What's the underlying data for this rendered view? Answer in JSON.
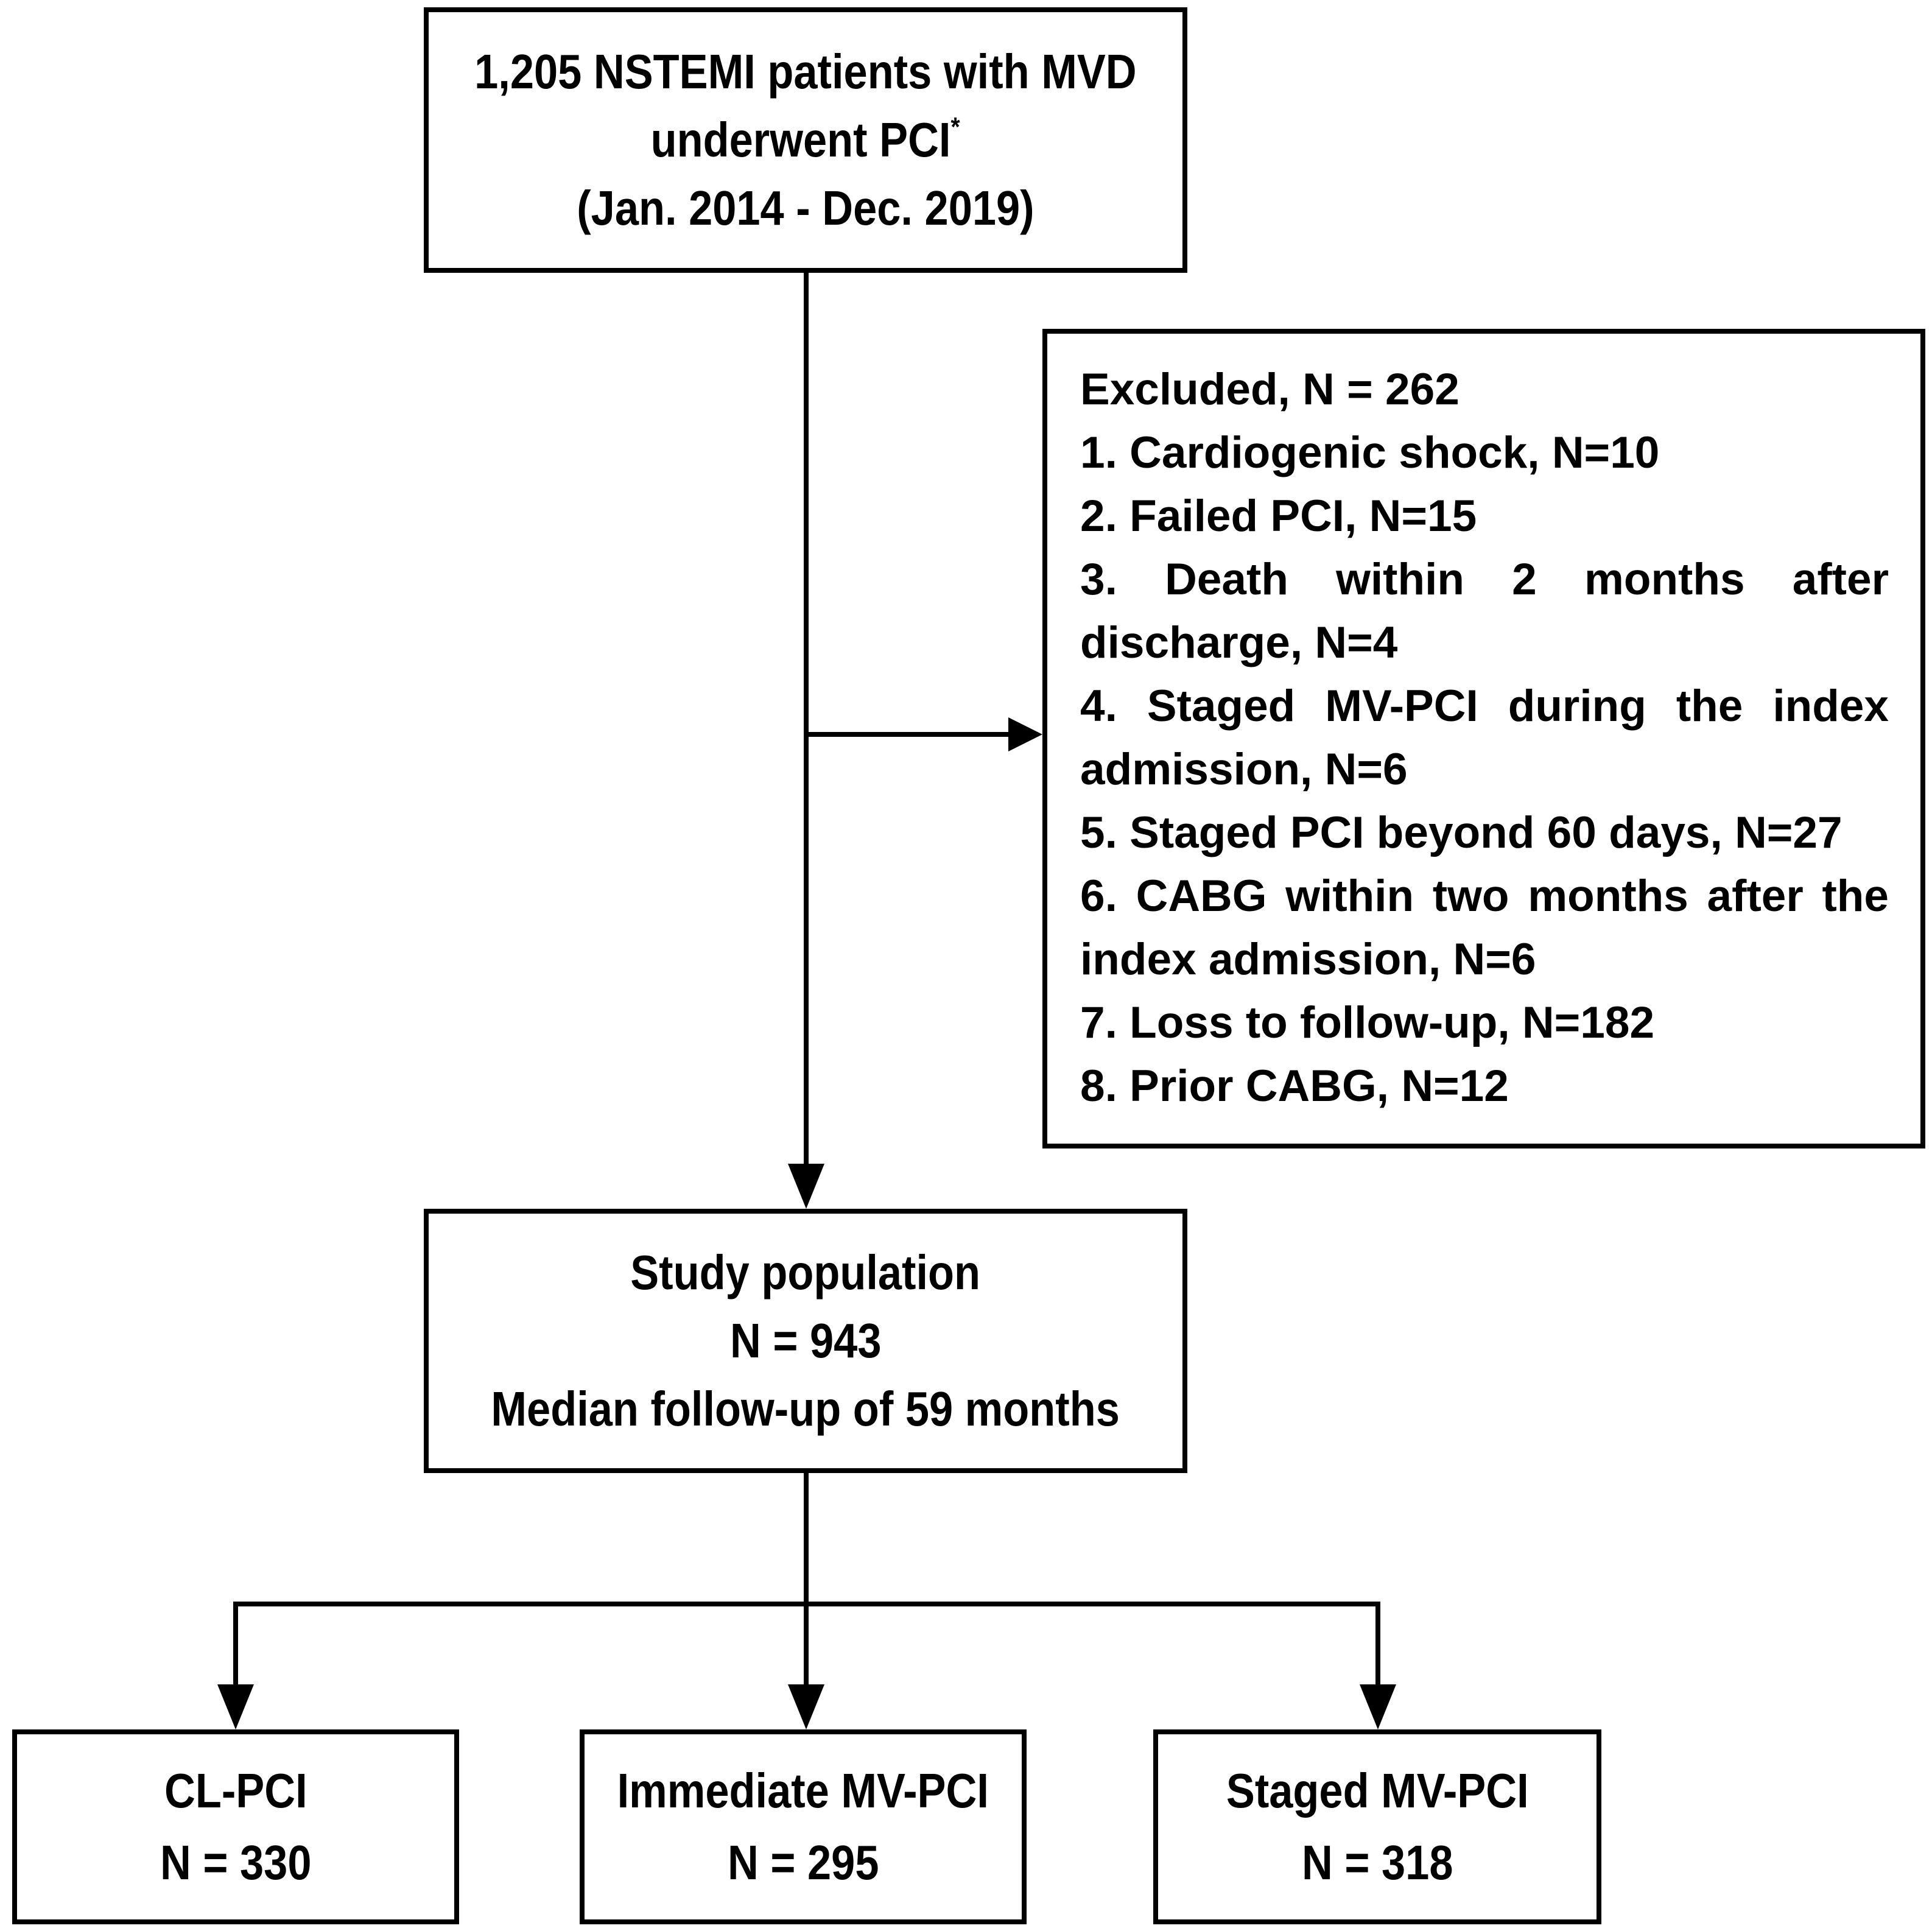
{
  "enrollment": {
    "line1": "1,205 NSTEMI patients with MVD",
    "line2": "underwent PCI",
    "footnote_mark": "*",
    "line3": "(Jan. 2014 - Dec. 2019)"
  },
  "excluded": {
    "title": "Excluded, N = 262",
    "items": [
      "1.  Cardiogenic shock, N=10",
      "2.  Failed PCI, N=15",
      "3. Death within 2 months after discharge, N=4",
      "4. Staged MV-PCI during the index admission, N=6",
      "5.  Staged PCI beyond 60 days, N=27",
      "6.  CABG within two months after the index admission, N=6",
      "7.  Loss to follow-up, N=182",
      "8.  Prior CABG, N=12"
    ]
  },
  "study_population": {
    "title": "Study population",
    "n": "N = 943",
    "followup": "Median follow-up of 59 months"
  },
  "groups": [
    {
      "name": "CL-PCI",
      "n": "N = 330"
    },
    {
      "name": "Immediate MV-PCI",
      "n": "N = 295"
    },
    {
      "name": "Staged MV-PCI",
      "n": "N = 318"
    }
  ]
}
